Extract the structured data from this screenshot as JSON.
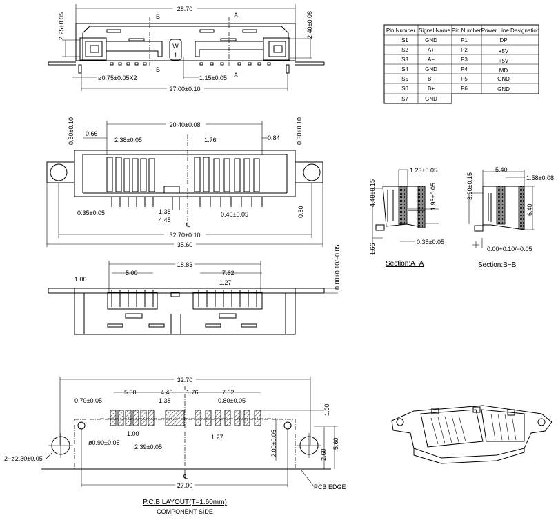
{
  "top_view": {
    "width": "28.70",
    "height_left": "2.25±0.05",
    "height_right": "2.40±0.08",
    "hole": "ø0.75±0.05X2",
    "offset": "1.15±0.05",
    "peg_span": "27.00±0.10",
    "sec_b": "B",
    "sec_a": "A",
    "key_mark_1": "W",
    "key_mark_2": "1"
  },
  "pin_table": {
    "headers": [
      "Pin Number",
      "Signal Name",
      "Pin Number",
      "Power Line Designation"
    ],
    "signal_rows": [
      {
        "pin": "S1",
        "name": "GND"
      },
      {
        "pin": "S2",
        "name": "A+"
      },
      {
        "pin": "S3",
        "name": "A−"
      },
      {
        "pin": "S4",
        "name": "GND"
      },
      {
        "pin": "S5",
        "name": "B−"
      },
      {
        "pin": "S6",
        "name": "B+"
      },
      {
        "pin": "S7",
        "name": "GND"
      }
    ],
    "power_rows": [
      {
        "pin": "P1",
        "name": "DP"
      },
      {
        "pin": "P2",
        "name": "+5V"
      },
      {
        "pin": "P3",
        "name": "+5V"
      },
      {
        "pin": "P4",
        "name": "MD"
      },
      {
        "pin": "P5",
        "name": "GND"
      },
      {
        "pin": "P6",
        "name": "GND"
      }
    ]
  },
  "front_view": {
    "span": "20.40±0.08",
    "left_h": "0.50±0.10",
    "right_h": "0.30±0.10",
    "d066": "0.66",
    "pitch": "2.38±0.05",
    "d176": "1.76",
    "d084": "0.84",
    "pin_w": "0.35±0.05",
    "d138": "1.38",
    "d445": "4.45",
    "pin_w2": "0.40±0.05",
    "d080": "0.80",
    "cl": "℄",
    "width1": "32.70±0.10",
    "width2": "35.60"
  },
  "bottom_view": {
    "span": "18.83",
    "d500": "5.00",
    "d762": "7.62",
    "d127": "1.27",
    "d100": "1.00",
    "coplanar": "0.00+0.10/−0.05"
  },
  "pcb_layout": {
    "width": "32.70",
    "d500": "5.00",
    "d445": "4.45",
    "d176": "1.76",
    "d762": "7.62",
    "pad_w": "0.70±0.05",
    "d138": "1.38",
    "pad_w2": "0.80±0.05",
    "d100": "1.00",
    "d100b": "1.00",
    "hole_small": "ø0.90±0.05",
    "d239": "2.39±0.05",
    "d127": "1.27",
    "d200": "2.00±0.05",
    "d260": "2.60",
    "d560": "5.60",
    "hole_big": "2−ø2.30±0.05",
    "cl": "℄",
    "d2700": "27.00",
    "pcb_edge": "PCB EDGE",
    "caption1": "P.C.B  LAYOUT(T=1.60mm)",
    "caption2": "COMPONENT  SIDE"
  },
  "section_a": {
    "h": "4.40±0.15",
    "w": "1.23±0.05",
    "h2": "1.95±0.05",
    "t": "0.35±0.05",
    "d166": "1.66",
    "title": "Section:A−A"
  },
  "section_b": {
    "h": "3.90±0.15",
    "w": "5.40",
    "w2": "1.58±0.08",
    "h2": "6.40",
    "tol": "0.00+0.10/−0.05",
    "title": "Section:B−B"
  }
}
